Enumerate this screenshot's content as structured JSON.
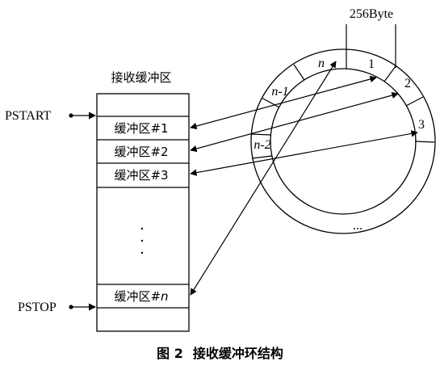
{
  "buffer": {
    "title": "接收缓冲区",
    "slots": [
      "缓冲区#1",
      "缓冲区#2",
      "缓冲区#3"
    ],
    "last_slot_prefix": "缓冲区#",
    "last_slot_var": "n",
    "dots": "·\n·\n·"
  },
  "pointers": {
    "start": "PSTART",
    "stop": "PSTOP"
  },
  "ring": {
    "size_label": "256Byte",
    "segments": [
      "n",
      "1",
      "2",
      "3"
    ],
    "left_labels": [
      "n-1",
      "n-2"
    ],
    "ellipsis": "..."
  },
  "caption": {
    "number": "图 2",
    "text": "接收缓冲环结构"
  }
}
